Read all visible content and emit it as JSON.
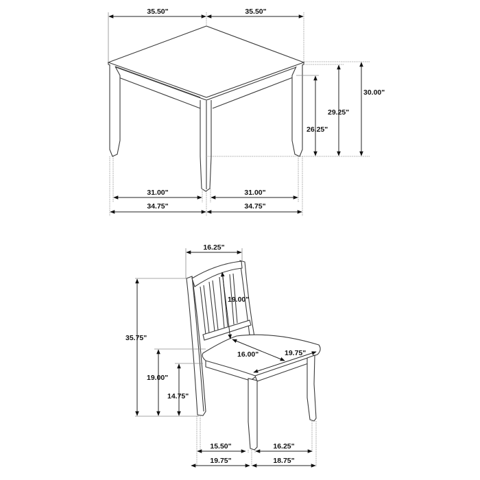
{
  "diagram": {
    "colors": {
      "line": "#3a3a3a",
      "dimension": "#222222",
      "extension": "#8a8a8a",
      "background": "#ffffff"
    },
    "table": {
      "top_width_left": "35.50\"",
      "top_width_right": "35.50\"",
      "height_total": "30.00\"",
      "height_to_top_underside": "29.25\"",
      "height_to_apron": "26.25\"",
      "inner_leg_span_left": "31.00\"",
      "inner_leg_span_right": "31.00\"",
      "outer_leg_span_left": "34.75\"",
      "outer_leg_span_right": "34.75\""
    },
    "chair": {
      "back_width": "16.25\"",
      "back_height": "19.00\"",
      "overall_height": "35.75\"",
      "seat_height": "19.00\"",
      "apron_height": "14.75\"",
      "seat_depth": "16.00\"",
      "seat_width": "19.75\"",
      "inner_leg_span_left": "15.50\"",
      "outer_leg_span_left": "19.75\"",
      "inner_leg_span_right": "16.25\"",
      "outer_leg_span_right": "18.75\""
    }
  }
}
